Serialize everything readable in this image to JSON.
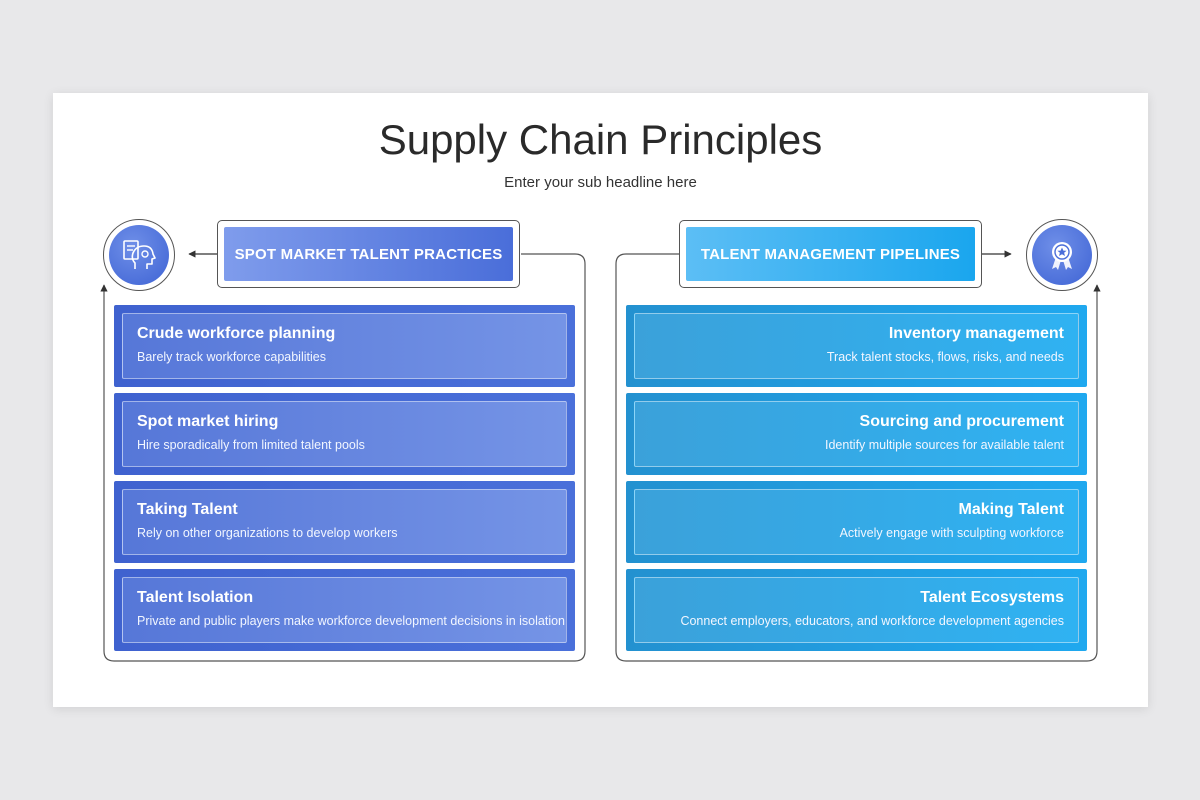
{
  "slide": {
    "title": "Supply Chain Principles",
    "subtitle": "Enter your sub headline here"
  },
  "colors": {
    "left_accent": "#4a6ed9",
    "right_accent": "#1aa6ee",
    "icon_circle": "#3e63d4"
  },
  "left": {
    "icon": "head-thinking-icon",
    "header": "SPOT MARKET TALENT PRACTICES",
    "items": [
      {
        "title": "Crude workforce planning",
        "desc": "Barely track workforce capabilities"
      },
      {
        "title": "Spot market hiring",
        "desc": "Hire sporadically from limited talent pools"
      },
      {
        "title": "Taking Talent",
        "desc": "Rely on other organizations to develop workers"
      },
      {
        "title": "Talent Isolation",
        "desc": "Private and public players make workforce development decisions in isolation"
      }
    ]
  },
  "right": {
    "icon": "award-ribbon-icon",
    "header": "TALENT MANAGEMENT PIPELINES",
    "items": [
      {
        "title": "Inventory management",
        "desc": "Track talent stocks, flows, risks, and needs"
      },
      {
        "title": "Sourcing and procurement",
        "desc": "Identify multiple sources for available talent"
      },
      {
        "title": "Making Talent",
        "desc": "Actively engage with sculpting workforce"
      },
      {
        "title": "Talent Ecosystems",
        "desc": "Connect employers, educators, and workforce development agencies"
      }
    ]
  }
}
